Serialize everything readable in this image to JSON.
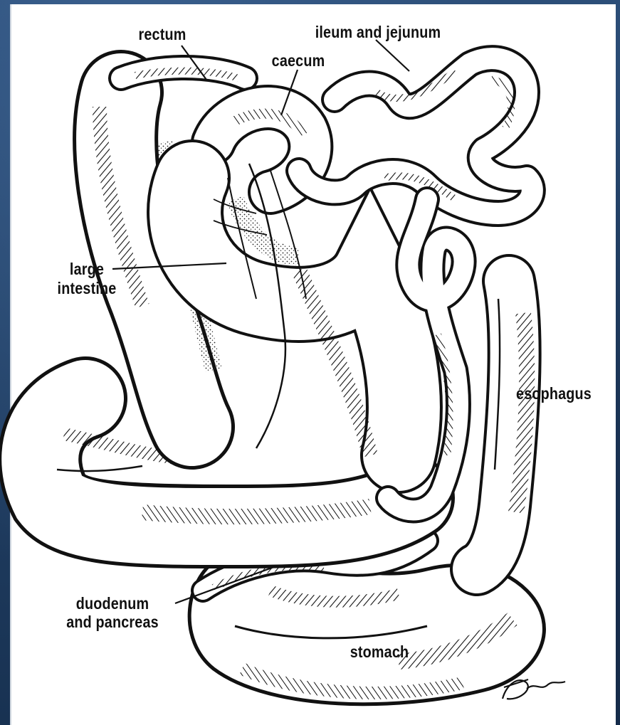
{
  "diagram": {
    "labels": {
      "rectum": "rectum",
      "ileum_jejunum": "ileum and jejunum",
      "caecum": "caecum",
      "large_intestine_1": "large",
      "large_intestine_2": "intestine",
      "esophagus": "esophagus",
      "duodenum_1": "duodenum",
      "duodenum_2": "and pancreas",
      "stomach": "stomach"
    }
  },
  "colors": {
    "background": "#1e3a5e",
    "panel": "#ffffff",
    "ink": "#111111"
  }
}
